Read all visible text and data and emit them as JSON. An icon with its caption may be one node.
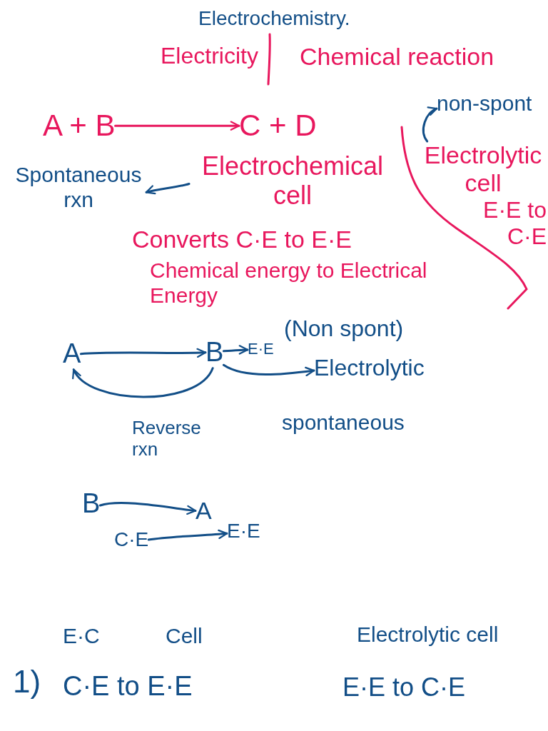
{
  "diagram": {
    "title": "Electrochemistry.",
    "nodes": [
      {
        "text": [
          "A + B"
        ]
      },
      {
        "text": [
          "C + D"
        ]
      },
      {
        "text": [
          "non-spont"
        ]
      },
      {
        "text": [
          "Spontaneous rxn"
        ]
      },
      {
        "text": [
          "Electrochemical cell"
        ]
      },
      {
        "text": [
          "Electrolytic cell",
          "E·E to C·E"
        ]
      },
      {
        "text": [
          "A"
        ]
      },
      {
        "text": [
          "B"
        ]
      },
      {
        "text": [
          "E·E"
        ],
        "beside": [
          "(Non spont)"
        ]
      },
      {
        "text": [
          "Electrolytic"
        ]
      },
      {
        "text": [
          "B"
        ]
      },
      {
        "text": [
          "A"
        ]
      },
      {
        "text": [
          "C·E"
        ]
      },
      {
        "text": [
          "E·E"
        ]
      }
    ],
    "edges": [
      {
        "from": 0,
        "to": 1,
        "arrow": "to",
        "color": "#e8175d"
      },
      {
        "from": 4,
        "to": 3,
        "arrow": "to"
      },
      {
        "from": 5,
        "to": 2,
        "arrow": "to"
      },
      {
        "from": 6,
        "to": 7,
        "arrow": "to"
      },
      {
        "from": 7,
        "to": 8,
        "arrow": "to"
      },
      {
        "from": 7,
        "to": 9,
        "arrow": "to"
      },
      {
        "from": 7,
        "to": 6,
        "arrow": "to",
        "label": "Reverse rxn"
      },
      {
        "from": 10,
        "to": 11,
        "arrow": "to"
      },
      {
        "from": 12,
        "to": 13,
        "arrow": "to"
      }
    ],
    "labels": [
      "Electricity",
      "Chemical reaction",
      "Converts C·E to E·E",
      "Chemical energy to Electrical Energy",
      "spontaneous",
      "E·C",
      "Cell",
      "Electrolytic cell",
      "1)",
      "C·E to E·E",
      "E·E to C·E"
    ]
  }
}
